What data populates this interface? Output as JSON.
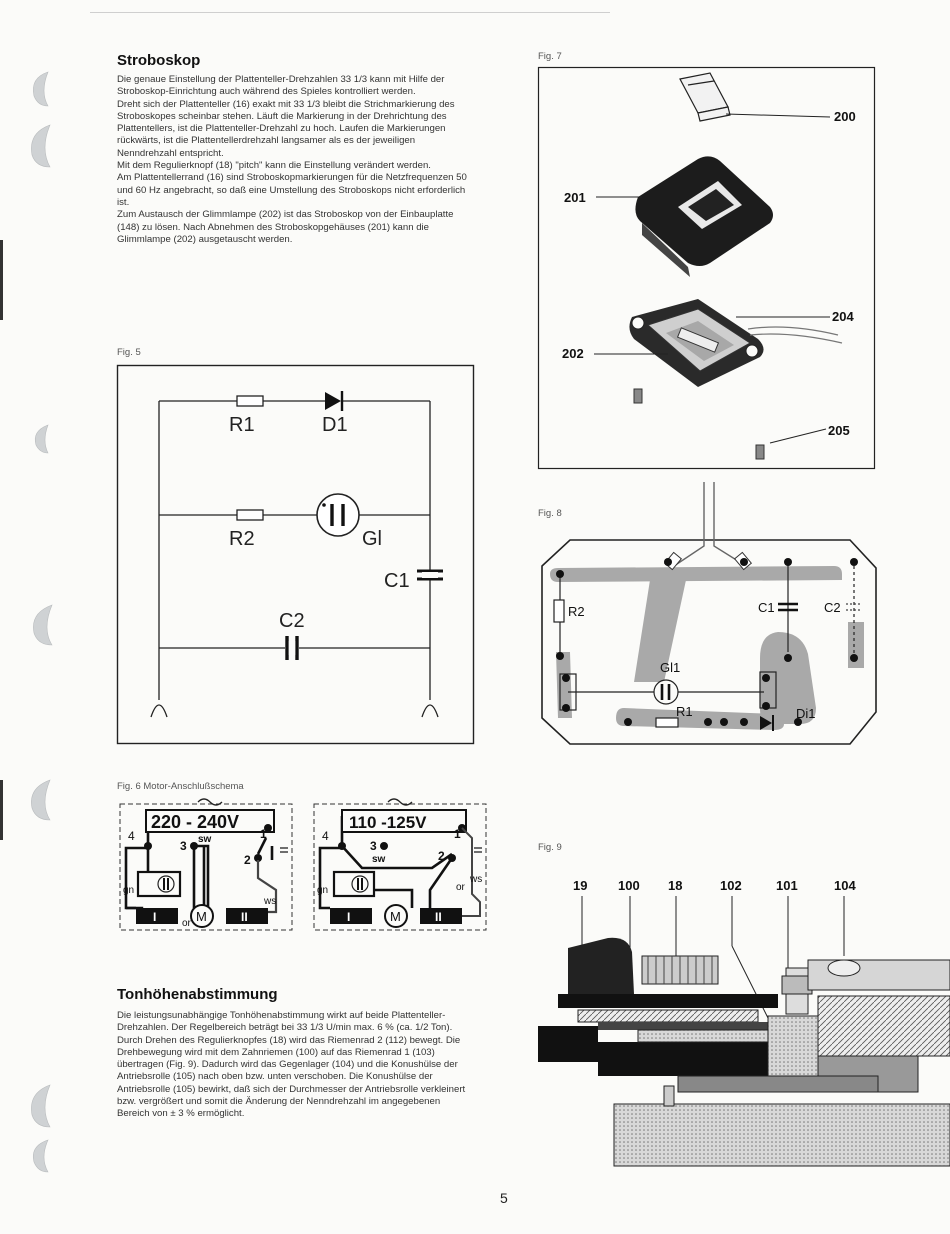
{
  "stroboscope": {
    "title": "Stroboskop",
    "paragraphs": [
      "Die genaue Einstellung der Plattenteller-Drehzahlen 33 1/3 kann mit Hilfe der Stroboskop-Einrichtung auch während des Spieles kontrolliert werden.",
      "Dreht sich der Plattenteller (16) exakt mit 33 1/3 bleibt die Strichmarkierung des Stroboskopes scheinbar stehen. Läuft die Markierung in der Drehrichtung des Plattentellers, ist die Plattenteller-Drehzahl zu hoch. Laufen die Markierungen rückwärts, ist die Plattentellerdrehzahl langsamer als es der jeweiligen Nenndrehzahl entspricht.",
      "Mit dem Regulierknopf (18) \"pitch\" kann die Einstellung verändert werden.",
      "Am Plattentellerrand (16) sind Stroboskopmarkierungen für die Netzfrequenzen 50 und 60 Hz angebracht, so daß eine Umstellung des Stroboskops nicht erforderlich ist.",
      "Zum Austausch der Glimmlampe (202) ist das Stroboskop von der Einbauplatte (148) zu lösen. Nach Abnehmen des Stroboskopgehäuses (201) kann die Glimmlampe (202) ausgetauscht werden."
    ]
  },
  "pitch": {
    "title": "Tonhöhenabstimmung",
    "paragraphs": [
      "Die leistungsunabhängige Tonhöhenabstimmung wirkt auf beide Plattenteller-Drehzahlen. Der Regelbereich beträgt bei 33 1/3 U/min max. 6 % (ca. 1/2 Ton).",
      "Durch Drehen des Regulierknopfes (18) wird das Riemenrad 2 (112) bewegt. Die Drehbewegung wird mit dem Zahnriemen (100) auf das Riemenrad 1 (103) übertragen (Fig. 9). Dadurch wird das Gegenlager (104) und die Konushülse der Antriebsrolle (105) nach oben bzw. unten verschoben. Die Konushülse der Antriebsrolle (105) bewirkt, daß sich der Durchmesser der Antriebsrolle verkleinert bzw. vergrößert und somit die Änderung der Nenndrehzahl im angegebenen Bereich von ± 3 % ermöglicht."
    ]
  },
  "fig5": {
    "caption": "Fig. 5",
    "labels": {
      "r1": "R1",
      "d1": "D1",
      "r2": "R2",
      "gl": "Gl",
      "c1": "C1",
      "c2": "C2"
    }
  },
  "fig6": {
    "caption": "Fig. 6 Motor-Anschlußschema",
    "left": {
      "voltage": "220 - 240V",
      "t1": "1",
      "t2": "2",
      "t3": "3",
      "t4": "4",
      "sw": "sw",
      "gn": "gn",
      "or": "or",
      "ws": "ws",
      "m": "M",
      "c1": "I",
      "c2": "II"
    },
    "right": {
      "voltage": "110 -125V",
      "t1": "1",
      "t2": "2",
      "t3": "3",
      "t4": "4",
      "sw": "sw",
      "gn": "gn",
      "or": "or",
      "ws": "ws",
      "m": "M",
      "c1": "I",
      "c2": "II"
    }
  },
  "fig7": {
    "caption": "Fig. 7",
    "labels": {
      "p200": "200",
      "p201": "201",
      "p202": "202",
      "p204": "204",
      "p205": "205"
    }
  },
  "fig8": {
    "caption": "Fig. 8",
    "labels": {
      "r2": "R2",
      "c1": "C1",
      "c2": "C2",
      "gl1": "Gl1",
      "r1": "R1",
      "di1": "Di1"
    }
  },
  "fig9": {
    "caption": "Fig. 9",
    "labels": {
      "p19": "19",
      "p100": "100",
      "p18": "18",
      "p102": "102",
      "p101": "101",
      "p104": "104"
    }
  },
  "page_number": "5",
  "colors": {
    "pcb_fill": "#a9a9a9",
    "ink": "#1a1a1a",
    "paper": "#fbfbf9"
  }
}
